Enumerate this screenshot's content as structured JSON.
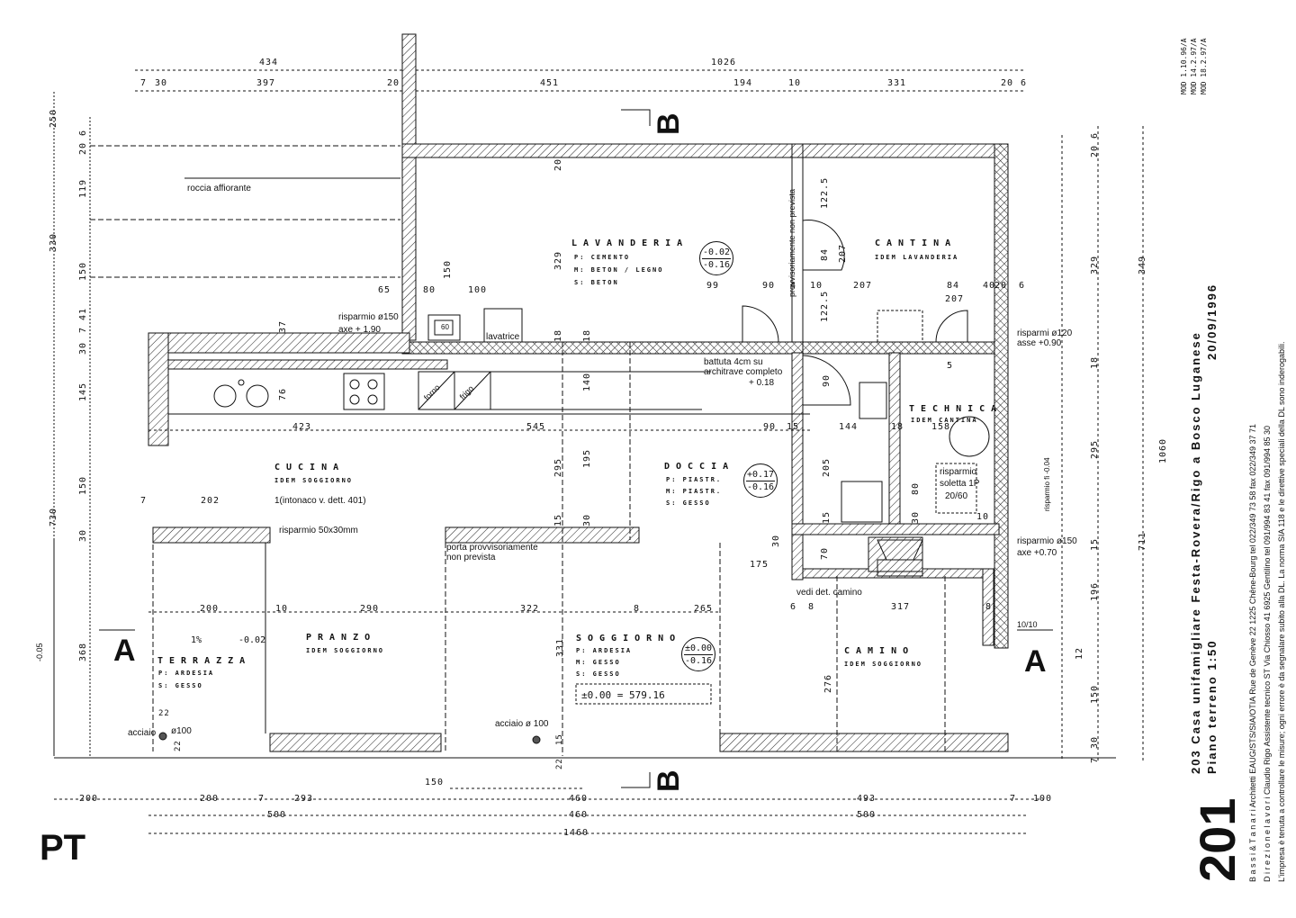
{
  "sheet": {
    "sheet_label": "PT",
    "section_marks": {
      "a_left": "A",
      "a_right": "A",
      "b_top": "B",
      "b_bottom": "B"
    },
    "revisions": [
      "MOD 1.10.96/A",
      "MOD 14.2.97/A",
      "MOD 18.2.97/A"
    ]
  },
  "title_block": {
    "drawing_number": "201",
    "project": "203 Casa unifamigliare Festa-Rovera/Rigo a Bosco Luganese",
    "sheet_title": "Piano terreno 1:50",
    "date": "20/09/1996",
    "architects": "B a s s i  &  T a n a r i    Architetti EAUG/STS/SIA/OTIA  Rue de Genève 22  1225 Chêne-Bourg  tel 022/349 73 58  fax 022/349 37 71",
    "site_manager": "D i r e z i o n e  l a v o r i    Claudio Rigo   Assistente tecnico ST  Via Chiosso 41  6925 Gentilino  tel 091/994 83 41  fax 091/994 85 30",
    "disclaimer": "L'impresa è tenuta a controllare le misure; ogni errore è da segnalare subito alla DL. La norma SIA 118 e le direttive speciali della DL sono inderogabili."
  },
  "rooms": {
    "lavanderia": {
      "name": "LAVANDERIA",
      "lines": [
        "P: CEMENTO",
        "M: BETON / LEGNO",
        "S: BETON"
      ],
      "level_top": "-0.02",
      "level_bottom": "-0.16"
    },
    "cantina": {
      "name": "CANTINA",
      "lines": [
        "IDEM LAVANDERIA"
      ]
    },
    "technica": {
      "name": "TECHNICA",
      "lines": [
        "IDEM CANTINA"
      ]
    },
    "cucina": {
      "name": "CUCINA",
      "lines": [
        "IDEM SOGGIORNO"
      ]
    },
    "doccia": {
      "name": "DOCCIA",
      "lines": [
        "P: PIASTR.",
        "M: PIASTR.",
        "S: GESSO"
      ],
      "level_top": "+0.17",
      "level_bottom": "-0.16"
    },
    "pranzo": {
      "name": "PRANZO",
      "lines": [
        "IDEM SOGGIORNO"
      ]
    },
    "soggiorno": {
      "name": "SOGGIORNO",
      "lines": [
        "P: ARDESIA",
        "M: GESSO",
        "S: GESSO"
      ],
      "level_top": "±0.00",
      "level_bottom": "-0.16",
      "reference": "±0.00  =  579.16"
    },
    "terrazza": {
      "name": "TERRAZZA",
      "lines": [
        "P: ARDESIA",
        "S: GESSO"
      ],
      "slope": "1%",
      "level": "-0.02"
    },
    "camino": {
      "name": "CAMINO",
      "lines": [
        "IDEM SOGGIORNO"
      ]
    }
  },
  "annotations": {
    "roccia": "roccia affiorante",
    "risparmio_150_a": "risparmio ø150",
    "axe_190": "axe + 1.90",
    "lavatrice": "lavatrice",
    "sink_60": "60",
    "forno": "forno",
    "frigo": "frigo",
    "battuta_1": "battuta 4cm su",
    "battuta_2": "architrave completo",
    "battuta_3": "+ 0.18",
    "provvisoria_vert": "provvisoriamente non prevista",
    "intonaco": "1(intonaco  v. dett. 401)",
    "risparmio_50x30": "risparmio 50x30mm",
    "porta_1": "porta provvisoriamente",
    "porta_2": "non prevista",
    "vedi_camino": "vedi det. camino",
    "risparmi_120": "risparmi ø120",
    "asse_090": "asse +0.90",
    "risparmio_150_b": "risparmio ø150",
    "axe_070": "axe +0.70",
    "risparmio_soletta_1": "risparmio",
    "risparmio_soletta_2": "soletta 1P",
    "risparmio_soletta_3": "20/60",
    "risparmio_fi": "risparmio fi -0.04",
    "acciaio_left": "acciaio",
    "phi_left": "ø100",
    "acciaio_center": "acciaio  ø 100",
    "ten_ten": "10/10",
    "left_level": "-0.05"
  },
  "dimensions": {
    "top": {
      "d434": "434",
      "d1026": "1026",
      "d7": "7",
      "d30": "30",
      "d397": "397",
      "d20a": "20",
      "d451": "451",
      "d194": "194",
      "d10": "10",
      "d331": "331",
      "d20b": "20",
      "d6": "6"
    },
    "bottom": {
      "d200a": "200",
      "d200b": "200",
      "d7a": "7",
      "d293": "293",
      "d150": "150",
      "d460a": "460",
      "d493": "493",
      "d7b": "7",
      "d100": "100",
      "d500a": "500",
      "d460b": "460",
      "d500b": "500",
      "d1460": "1460"
    },
    "left": {
      "d250": "250",
      "d330": "330",
      "d730": "730",
      "d368": "368",
      "d20_6": "20 6",
      "d119": "119",
      "d150a": "150",
      "d7_41": "7 41",
      "d30a": "30",
      "d145": "145",
      "d150b": "150",
      "d30b": "30"
    },
    "right": {
      "d20_6": "20 6",
      "d329": "329",
      "d349": "349",
      "d18": "18",
      "d295": "295",
      "d15": "15",
      "d196": "196",
      "d12": "12",
      "d150": "150",
      "d30": "30",
      "d7": "7",
      "d711": "711",
      "d1060": "1060"
    },
    "interior": {
      "i65": "65",
      "i80": "80",
      "i100": "100",
      "i150": "150",
      "i37": "37",
      "i76": "76",
      "i423": "423",
      "i545": "545",
      "i90a": "90",
      "i15a": "15",
      "i144": "144",
      "i158": "158",
      "i18a": "18",
      "i329": "329",
      "i20a": "20",
      "i18b": "18",
      "i18c": "18",
      "i99": "99",
      "i90b": "90",
      "i4": "4",
      "i10": "10",
      "i207a": "207",
      "i84a": "84",
      "i40": "40",
      "i20b": "20",
      "i6": "6",
      "i1225a": "122.5",
      "i84b": "84",
      "i207b": "207",
      "i1225b": "122.5",
      "i207c": "207",
      "i295": "295",
      "i195": "195",
      "i140": "140",
      "i15b": "15",
      "i30a": "30",
      "i202": "202",
      "i7": "7",
      "i90c": "90",
      "i205": "205",
      "i80b": "80",
      "i30b": "30",
      "i15c": "15",
      "i5": "5",
      "i10b": "10",
      "i175": "175",
      "i30c": "30",
      "i70": "70",
      "i317": "317",
      "i6b": "6",
      "i8a": "8",
      "i8b": "8",
      "i276": "276",
      "i200": "200",
      "i10c": "10",
      "i290": "290",
      "i322": "322",
      "i8c": "8",
      "i265": "265",
      "i331": "331",
      "i22a": "22",
      "i22b": "22",
      "i15d": "15",
      "i22c": "22"
    }
  }
}
